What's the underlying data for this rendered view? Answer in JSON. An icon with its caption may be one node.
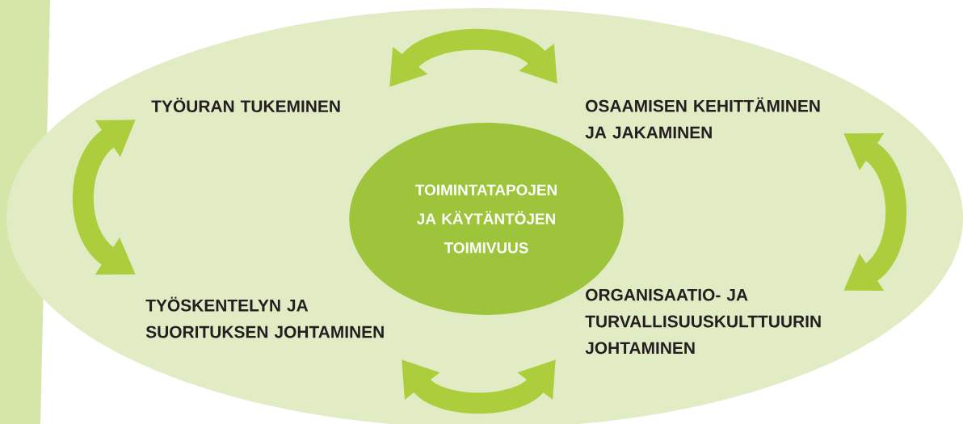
{
  "diagram": {
    "nodes": [
      {
        "text": [],
        "shape": "ellipse"
      },
      {
        "text": [
          "TYÖURAN TUKEMINEN"
        ],
        "in": 0
      },
      {
        "text": [
          "OSAAMISEN KEHITTÄMINEN JA JAKAMINEN"
        ],
        "in": 0
      },
      {
        "text": [
          "TOIMINTATAPOJEN JA KÄYTÄNTÖJEN TOIMIVUUS"
        ],
        "in": 0
      },
      {
        "text": [
          "TYÖSKENTELYN JA SUORITUKSEN JOHTAMINEN"
        ],
        "in": 0
      },
      {
        "text": [
          "ORGANISAATIO- JA TURVALLISUUSKULTTUURIN JOHTAMINEN"
        ],
        "in": 0
      }
    ],
    "edges": [
      {
        "from": 1,
        "to": 2,
        "arrow": "both"
      },
      {
        "from": 1,
        "to": 4,
        "arrow": "both"
      },
      {
        "from": 2,
        "to": 5,
        "arrow": "both"
      },
      {
        "from": 4,
        "to": 5,
        "arrow": "both"
      }
    ]
  }
}
